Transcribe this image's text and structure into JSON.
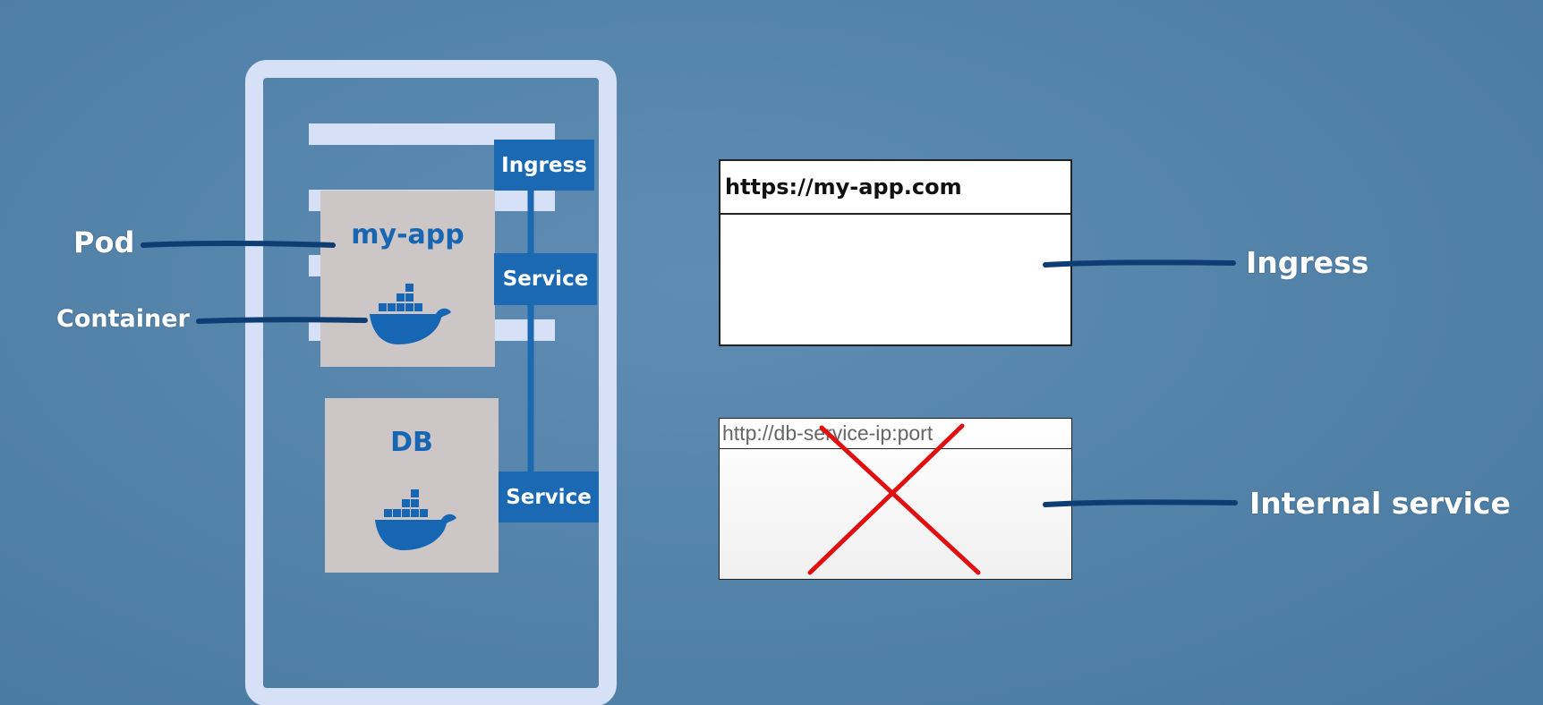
{
  "labels": {
    "pod": "Pod",
    "container": "Container",
    "ingress_right": "Ingress",
    "internal_service": "Internal service"
  },
  "pods": {
    "app_title": "my-app",
    "db_title": "DB"
  },
  "tags": {
    "ingress": "Ingress",
    "service_app": "Service",
    "service_db": "Service"
  },
  "browsers": {
    "public_url": "https://my-app.com",
    "internal_url": "http://db-service-ip:port"
  },
  "colors": {
    "background": "#5584ab",
    "node_border": "#d6e0f7",
    "pod_fill": "#ccc7c6",
    "tag_blue": "#1a69b2",
    "pointer_line": "#0d3d73",
    "cross": "#e01010"
  },
  "icons": {
    "container": "docker-whale-icon"
  }
}
